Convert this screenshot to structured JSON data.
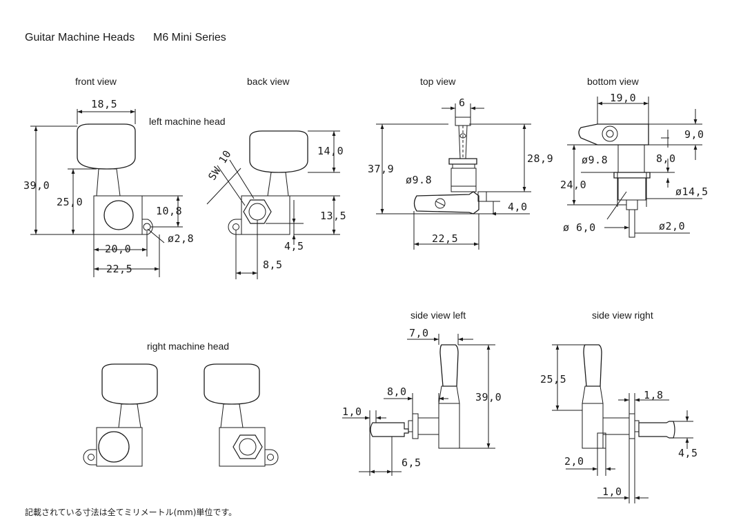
{
  "header": {
    "title": "Guitar Machine Heads",
    "series": "M6 Mini Series"
  },
  "views": {
    "front": "front view",
    "back": "back view",
    "top": "top view",
    "bottom": "bottom view",
    "left_machine_head": "left machine head",
    "right_machine_head": "right machine head",
    "side_left": "side view left",
    "side_right": "side view right"
  },
  "dims": {
    "front": {
      "width_button": "18,5",
      "total_height": "39,0",
      "post_height": "25,0",
      "hole_offset": "10,8",
      "hole_dia": "ø2,8",
      "width_20": "20,0",
      "width_22": "22,5"
    },
    "back": {
      "button_height": "14,0",
      "sw": "SW 10",
      "h_13": "13,5",
      "h_4": "4,5",
      "w_8": "8,5"
    },
    "top": {
      "w_6": "6",
      "h_37": "37,9",
      "h_28": "28,9",
      "d_9": "ø9.8",
      "w_4": "4,0",
      "w_22": "22,5"
    },
    "bottom": {
      "w_19": "19,0",
      "h_9": "9,0",
      "d_9": "ø9.8",
      "h_8": "8,0",
      "h_24": "24,0",
      "d_14": "ø14,5",
      "d_6": "ø 6,0",
      "d_2": "ø2,0"
    },
    "side_left": {
      "w_7": "7,0",
      "w_8": "8,0",
      "h_39": "39,0",
      "w_1": "1,0",
      "w_6": "6,5"
    },
    "side_right": {
      "h_25": "25,5",
      "w_1_8": "1,8",
      "w_4": "4,5",
      "w_2": "2,0",
      "w_1": "1,0"
    }
  },
  "footer": {
    "note": "記載されている寸法は全てミリメートル(mm)単位です。"
  }
}
